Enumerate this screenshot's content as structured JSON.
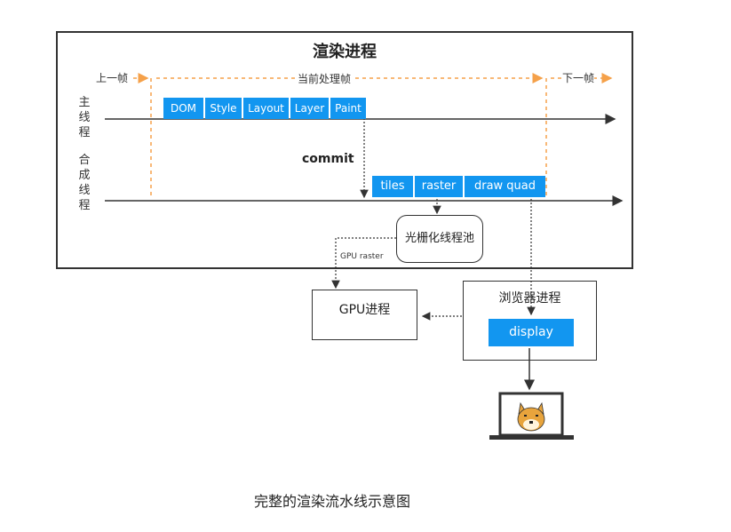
{
  "render_process": {
    "title": "渲染进程",
    "prev_frame": "上一帧",
    "current_frame": "当前处理帧",
    "next_frame": "下一帧",
    "main_thread_label": "主线程",
    "compositor_thread_label": "合成线程",
    "commit_label": "commit",
    "main_stages": [
      "DOM",
      "Style",
      "Layout",
      "Layer",
      "Paint"
    ],
    "compositor_stages": [
      "tiles",
      "raster",
      "draw quad"
    ],
    "raster_pool": "光栅化线程池",
    "gpu_raster_label": "GPU raster"
  },
  "gpu_process": {
    "label": "GPU进程"
  },
  "browser_process": {
    "label": "浏览器进程",
    "display": "display"
  },
  "caption": "完整的渲染流水线示意图",
  "colors": {
    "stage_blue": "#1296f0",
    "frame_orange": "#f5a14a",
    "stroke": "#333333"
  },
  "icons": [
    "laptop-icon",
    "doge-icon"
  ]
}
